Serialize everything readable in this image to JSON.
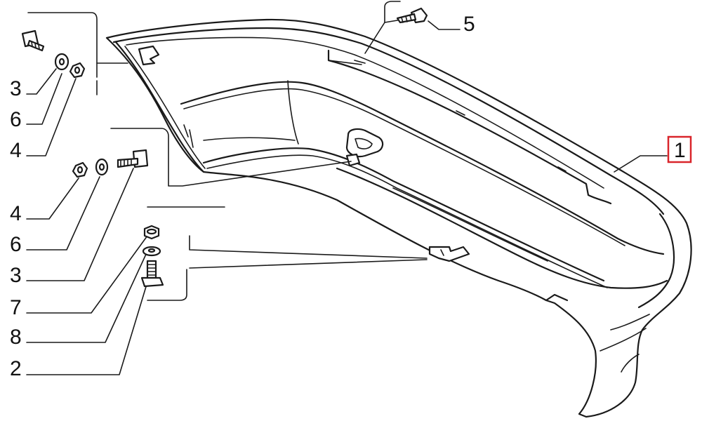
{
  "diagram": {
    "callouts": {
      "c3_top": "3",
      "c6_top": "6",
      "c4_top": "4",
      "c4_mid": "4",
      "c6_mid": "6",
      "c3_mid": "3",
      "c7": "7",
      "c8": "8",
      "c2": "2",
      "c5": "5",
      "c1": "1"
    },
    "highlight_color": "#d9252b",
    "line_color": "#1a1a1a"
  }
}
